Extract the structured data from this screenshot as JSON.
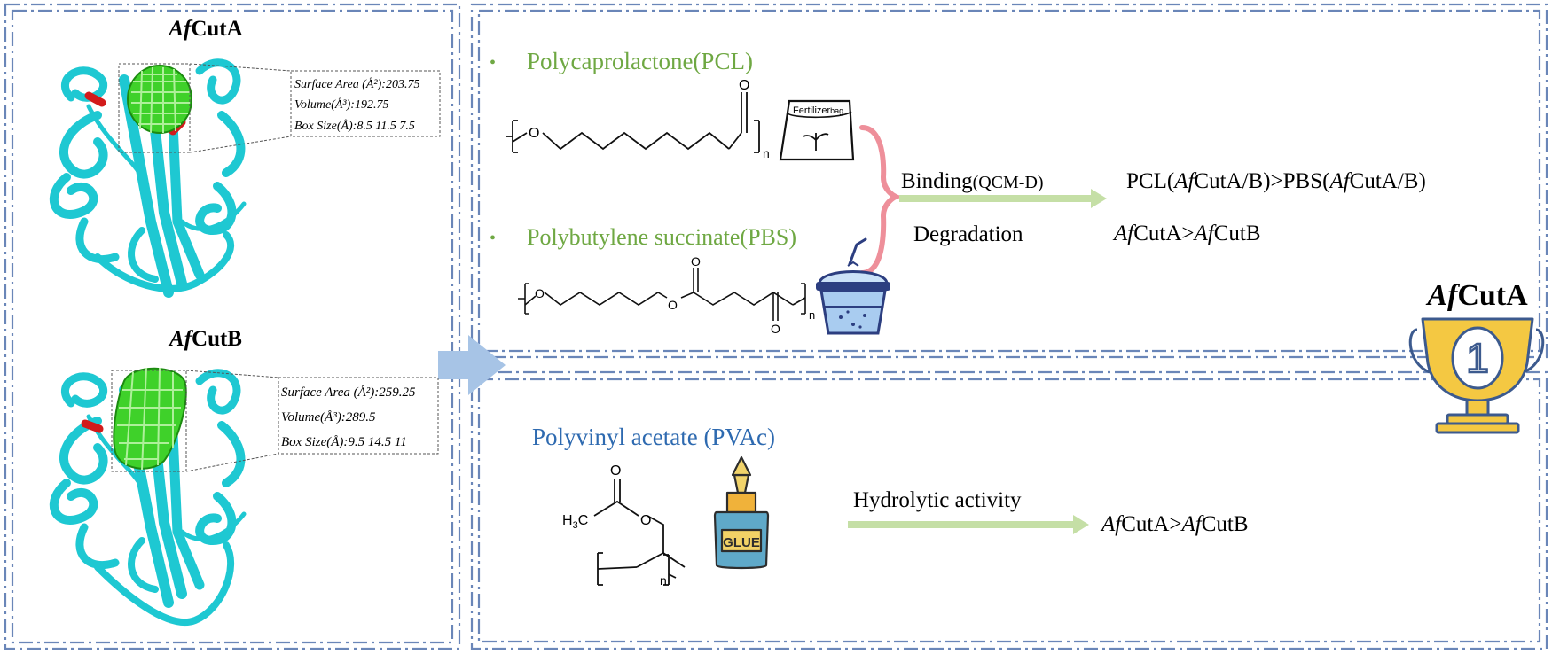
{
  "left_panel": {
    "protein_a": {
      "italic": "Af",
      "plain": "CutA",
      "info": [
        "Surface Area (Å²):203.75",
        "Volume(Å³):192.75",
        "Box Size(Å):8.5 11.5 7.5"
      ]
    },
    "protein_b": {
      "italic": "Af",
      "plain": "CutB",
      "info": [
        "Surface Area (Å²):259.25",
        "Volume(Å³):289.5",
        "Box Size(Å):9.5 14.5 11"
      ]
    }
  },
  "top_panel": {
    "bullet": "•",
    "pcl_label": "Polycaprolactone(PCL)",
    "pbs_label": "Polybutylene succinate(PBS)",
    "chem_O": "O",
    "chem_n": "n",
    "bag_label_1": "Fertilizer",
    "bag_label_2": "bag",
    "binding_main": "Binding",
    "binding_sub": "(QCM-D)",
    "degradation": "Degradation",
    "binding_result": [
      "PCL(",
      "Af",
      "CutA/B)>PBS(",
      "Af",
      "CutA/B)"
    ],
    "degradation_result": [
      "Af",
      "CutA>",
      "Af",
      "CutB"
    ]
  },
  "bottom_panel": {
    "pvac_label": "Polyvinyl acetate (PVAc)",
    "h3c_h": "H",
    "h3c_3": "3",
    "h3c_c": "C",
    "glue": "GLUE",
    "hydrolytic": "Hydrolytic activity",
    "hydrolytic_result": [
      "Af",
      "CutA>",
      "Af",
      "CutB"
    ]
  },
  "trophy": {
    "italic": "Af",
    "plain": "CutA",
    "number": "1"
  },
  "colors": {
    "frame": "#6a86b8",
    "green_text": "#6fa843",
    "blue_text": "#2e6ab0",
    "arrow_green": "#c5dfa6",
    "brace_pink": "#ee8f9a",
    "big_arrow": "#a7c4e6",
    "protein_cyan": "#1ec8d2",
    "pocket_green": "#3fd12a",
    "trophy_gold": "#f4c842",
    "trophy_stroke": "#3c5a8e"
  }
}
